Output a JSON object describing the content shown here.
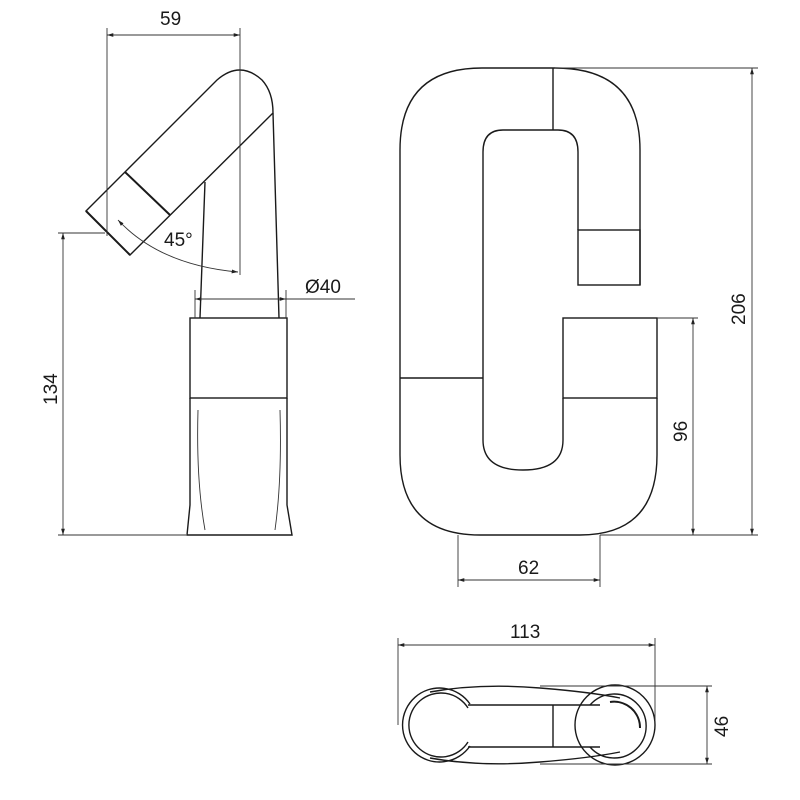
{
  "dimensions": {
    "spout_reach": "59",
    "spout_angle": "45°",
    "body_diameter": "Ø40",
    "side_height": "134",
    "total_height": "206",
    "handle_height": "96",
    "base_width": "62",
    "top_length": "113",
    "top_width": "46"
  },
  "colors": {
    "line": "#1a1a1a"
  }
}
